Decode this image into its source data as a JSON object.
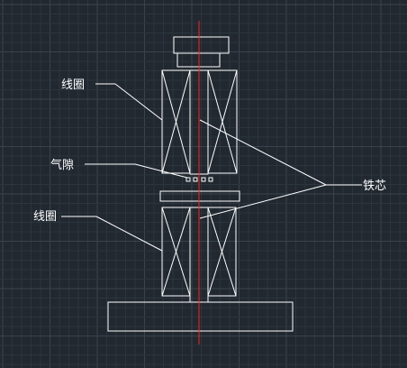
{
  "labels": {
    "coil_top": "线圈",
    "air_gap": "气隙",
    "coil_bottom": "线圈",
    "iron_core": "铁芯"
  },
  "colors": {
    "background": "#212830",
    "grid_minor": "#2c343d",
    "grid_major": "#3a434d",
    "lines": "#ffffff",
    "axis": "#ff2020"
  }
}
